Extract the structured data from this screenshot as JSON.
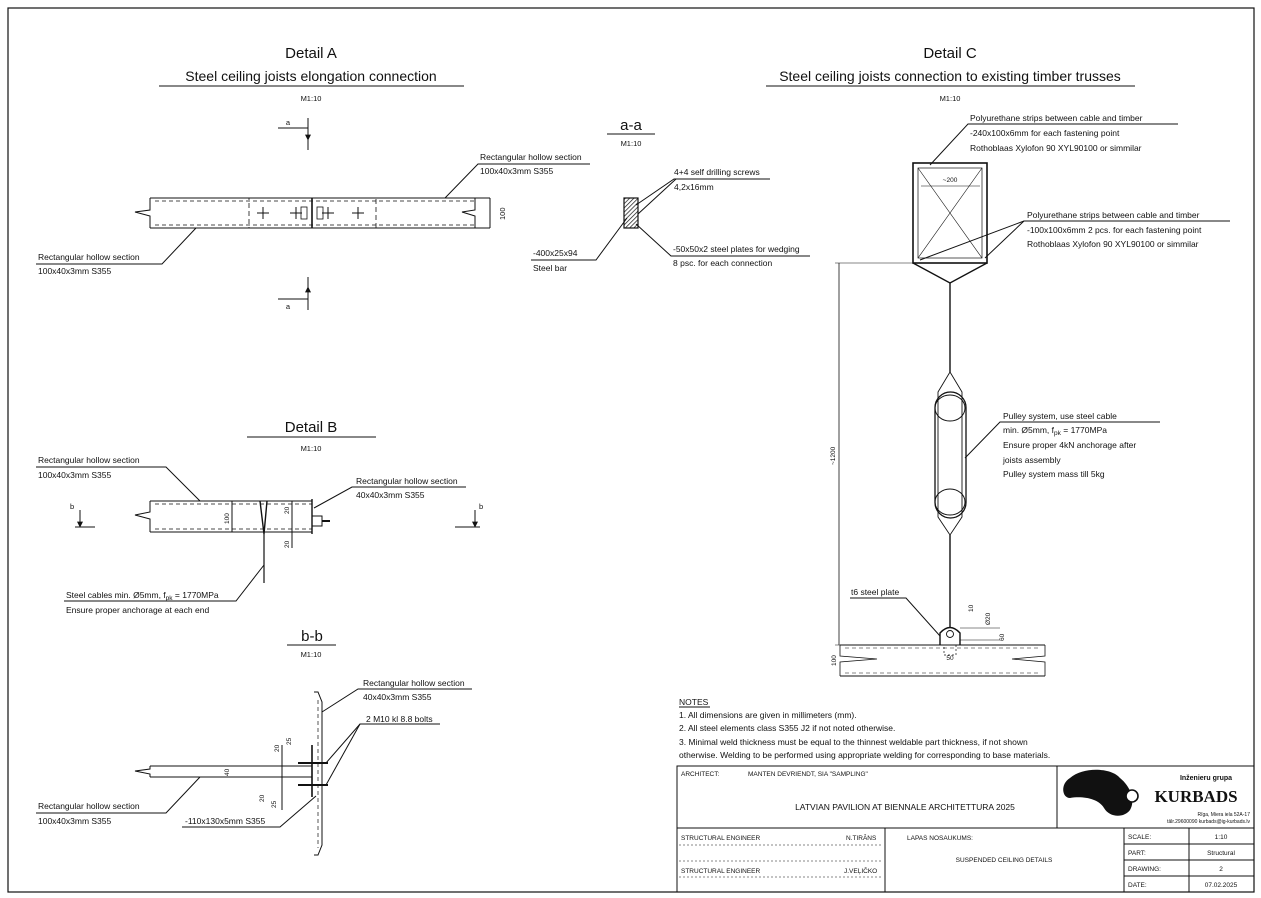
{
  "detail_a": {
    "title": "Detail A",
    "subtitle": "Steel ceiling joists elongation connection",
    "scale": "M1:10",
    "section_mark": "a",
    "label_rhs_top_1": "Rectangular hollow section",
    "label_rhs_top_2": "100x40x3mm S355",
    "label_rhs_left_1": "Rectangular hollow section",
    "label_rhs_left_2": "100x40x3mm S355",
    "dim_height": "100"
  },
  "section_aa": {
    "title": "a-a",
    "scale": "M1:10",
    "screws_1": "4+4 self drilling screws",
    "screws_2": "4,2x16mm",
    "bar_1": "-400x25x94",
    "bar_2": "Steel bar",
    "plates_1": "-50x50x2 steel plates for wedging",
    "plates_2": "8 psc. for each connection"
  },
  "detail_b": {
    "title": "Detail B",
    "scale": "M1:10",
    "section_mark": "b",
    "label_rhs_1": "Rectangular hollow section",
    "label_rhs_2": "100x40x3mm S355",
    "label_small_1": "Rectangular hollow section",
    "label_small_2": "40x40x3mm S355",
    "cables_1": "Steel cables min. Ø5mm, f",
    "cables_sub": "pk",
    "cables_end": " = 1770MPa",
    "cables_2": "Ensure proper anchorage at each end",
    "dim_100": "100",
    "dim_20a": "20",
    "dim_20b": "20"
  },
  "section_bb": {
    "title": "b-b",
    "scale": "M1:10",
    "label_top_1": "Rectangular hollow section",
    "label_top_2": "40x40x3mm S355",
    "bolts": "2 M10 kl 8.8 bolts",
    "label_left_1": "Rectangular hollow section",
    "label_left_2": "100x40x3mm S355",
    "plate": "-110x130x5mm S355",
    "dim_20a": "20",
    "dim_25a": "25",
    "dim_40": "40",
    "dim_20b": "20",
    "dim_25b": "25"
  },
  "detail_c": {
    "title": "Detail C",
    "subtitle": "Steel ceiling joists connection to existing timber trusses",
    "scale": "M1:10",
    "pu1_1": "Polyurethane strips between cable and timber",
    "pu1_2": "-240x100x6mm for each fastening point",
    "pu1_3": "Rothoblaas Xylofon 90 XYL90100 or simmilar",
    "pu2_1": "Polyurethane strips between cable and timber",
    "pu2_2": "-100x100x6mm 2 pcs. for each fastening point",
    "pu2_3": "Rothoblaas Xylofon 90 XYL90100 or simmilar",
    "dim_200": "~200",
    "dim_1200": "~1200",
    "pulley_1": "Pulley system, use steel cable",
    "pulley_2a": "min. Ø5mm, f",
    "pulley_sub": "pk",
    "pulley_2b": " = 1770MPa",
    "pulley_3": "Ensure proper 4kN anchorage after",
    "pulley_4": "joists assembly",
    "pulley_5": "Pulley system mass till 5kg",
    "plate": "t6 steel plate",
    "dim_10": "10",
    "dim_d20": "Ø20",
    "dim_60": "60",
    "dim_50": "50",
    "dim_100": "100"
  },
  "notes": {
    "heading": "NOTES",
    "n1": "1.  All dimensions are given in millimeters (mm).",
    "n2": "2. All steel elements class S355 J2 if not noted otherwise.",
    "n3a": "3. Minimal weld thickness must be equal to the thinnest weldable part thickness, if not shown",
    "n3b": "otherwise. Welding to be performed using appropriate welding for corresponding to base materials."
  },
  "title_block": {
    "architect_label": "ARCHITECT:",
    "architect_value": "MANTEN DEVRIENDT, SIA \"SAMPLING\"",
    "project": "LATVIAN PAVILION AT BIENNALE ARCHITETTURA 2025",
    "logo_top": "Inženieru grupa",
    "logo_name": "KURBADS",
    "logo_addr": "Rīga, Mierа iela 52A-17",
    "logo_contact": "tālr.29600090 kurbads@ig-kurbads.lv",
    "eng1_label": "STRUCTURAL ENGINEER",
    "eng1_name": "N.TIRĀNS",
    "eng2_label": "STRUCTURAL ENGINEER",
    "eng2_name": "J.VEĻIČKO",
    "sheet_name_label": "LAPAS NOSAUKUMS:",
    "sheet_name": "SUSPENDED CEILING DETAILS",
    "scale_label": "SCALE:",
    "scale_value": "1:10",
    "part_label": "PART:",
    "part_value": "Structural",
    "drawing_label": "DRAWING:",
    "drawing_value": "2",
    "date_label": "DATE:",
    "date_value": "07.02.2025"
  }
}
